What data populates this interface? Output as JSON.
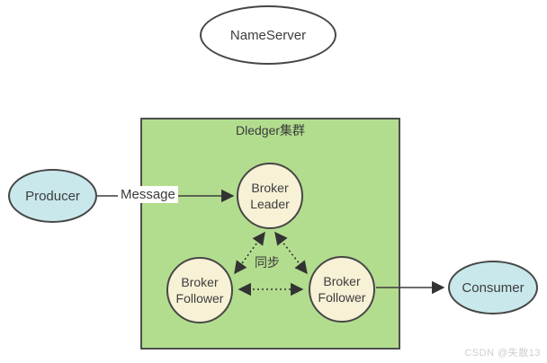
{
  "diagram": {
    "nameserver": {
      "label": "NameServer"
    },
    "cluster": {
      "title": "Dledger集群"
    },
    "endpoints": {
      "producer": {
        "label": "Producer"
      },
      "consumer": {
        "label": "Consumer"
      }
    },
    "nodes": {
      "broker_leader": {
        "line1": "Broker",
        "line2": "Leader"
      },
      "broker_follower_left": {
        "line1": "Broker",
        "line2": "Follower"
      },
      "broker_follower_right": {
        "line1": "Broker",
        "line2": "Follower"
      }
    },
    "edges": {
      "message_label": "Message",
      "sync_label": "同步"
    },
    "watermark": "CSDN @失散13",
    "colors": {
      "cluster_fill": "#b3dd8e",
      "broker_fill": "#f7f1d6",
      "endpoint_fill": "#c9e8ec",
      "nameserver_fill": "#ffffff",
      "border": "#474747",
      "arrow": "#333333",
      "text": "#3a3a3a",
      "watermark_text": "#cfcfcf"
    }
  }
}
